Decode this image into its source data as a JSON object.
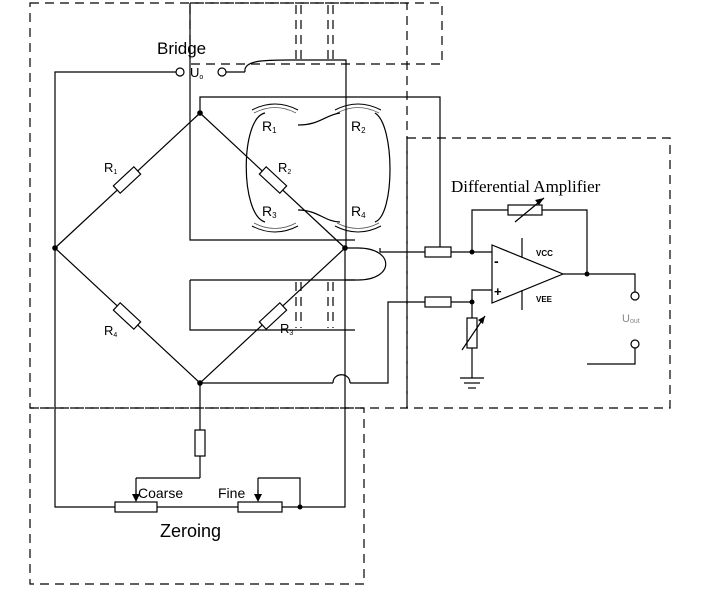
{
  "labels": {
    "bridge": "Bridge",
    "u0": "U",
    "u0_sub": "o",
    "diff_amp": "Differential Amplifier",
    "zeroing": "Zeroing",
    "coarse": "Coarse",
    "fine": "Fine",
    "r1_left": "R",
    "r1_left_sub": "1",
    "r2_diag": "R",
    "r2_diag_sub": "2",
    "r3_diag": "R",
    "r3_diag_sub": "3",
    "r4_left": "R",
    "r4_left_sub": "4",
    "g_r1": "R",
    "g_r1_sub": "1",
    "g_r2": "R",
    "g_r2_sub": "2",
    "g_r3": "R",
    "g_r3_sub": "3",
    "g_r4": "R",
    "g_r4_sub": "4",
    "vcc": "VCC",
    "vee": "VEE",
    "minus": "-",
    "plus": "+",
    "uout": "U",
    "uout_sub": "out"
  }
}
